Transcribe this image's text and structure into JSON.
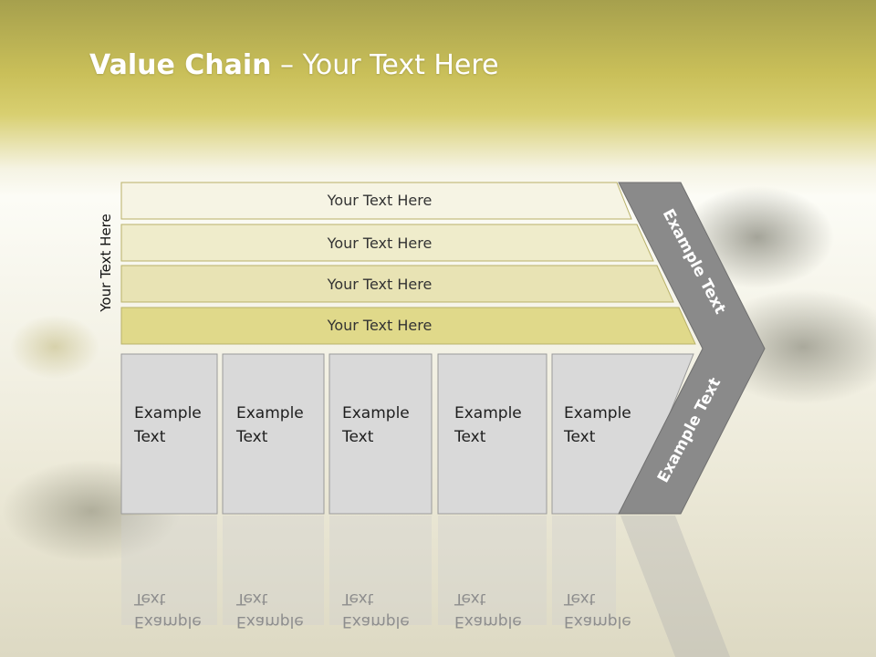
{
  "title": {
    "bold": "Value Chain",
    "rest": " – Your Text Here"
  },
  "side_label": "Your Text Here",
  "bands": [
    "Your Text Here",
    "Your Text Here",
    "Your Text Here",
    "Your Text Here"
  ],
  "boxes": [
    {
      "line1": "Example",
      "line2": "Text"
    },
    {
      "line1": "Example",
      "line2": "Text"
    },
    {
      "line1": "Example",
      "line2": "Text"
    },
    {
      "line1": "Example",
      "line2": "Text"
    },
    {
      "line1": "Example",
      "line2": "Text"
    }
  ],
  "chevron": {
    "upper": "Example Text",
    "lower": "Example Text"
  },
  "colors": {
    "bands": [
      "#f6f4e4",
      "#efeccb",
      "#e8e3b4",
      "#e0d98a"
    ],
    "box": "#d9d9d9",
    "chevron": "#8a8a8a"
  }
}
